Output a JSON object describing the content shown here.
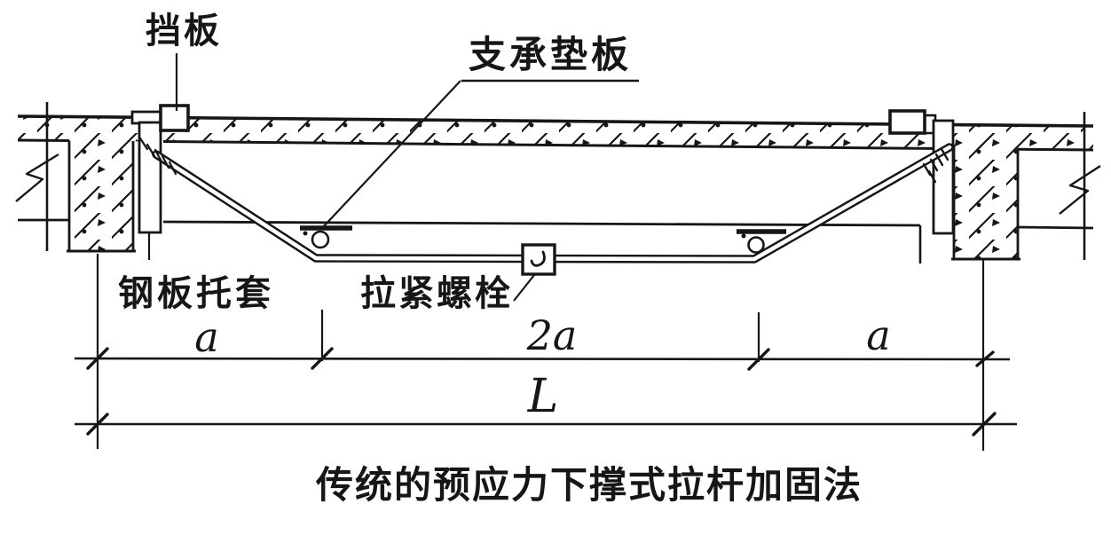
{
  "figure": {
    "caption": "传统的预应力下撑式拉杆加固法",
    "callouts": {
      "baffle": "挡板",
      "support_pad": "支承垫板",
      "steel_sleeve": "钢板托套",
      "tension_bolt": "拉紧螺栓"
    },
    "dimensions": {
      "left": "a",
      "middle": "2a",
      "right": "a",
      "total": "L"
    },
    "colors": {
      "ink": "#161616",
      "paper": "#ffffff"
    }
  }
}
